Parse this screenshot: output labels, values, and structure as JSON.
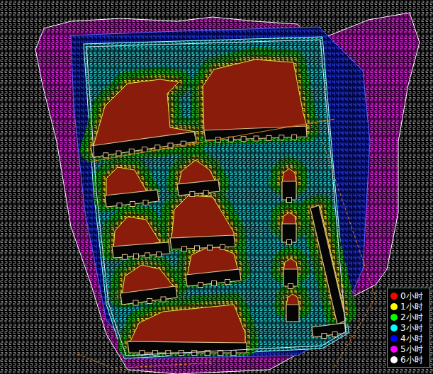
{
  "diagram": {
    "legend": [
      {
        "text": "0小时",
        "color": "#ff0000"
      },
      {
        "text": "1小时",
        "color": "#ffff00"
      },
      {
        "text": "2小时",
        "color": "#00ff00"
      },
      {
        "text": "3小时",
        "color": "#00ffff"
      },
      {
        "text": "4小时",
        "color": "#0000ff"
      },
      {
        "text": "5小时",
        "color": "#ff00ff"
      },
      {
        "text": "6小时",
        "color": "#ffffff"
      }
    ]
  }
}
